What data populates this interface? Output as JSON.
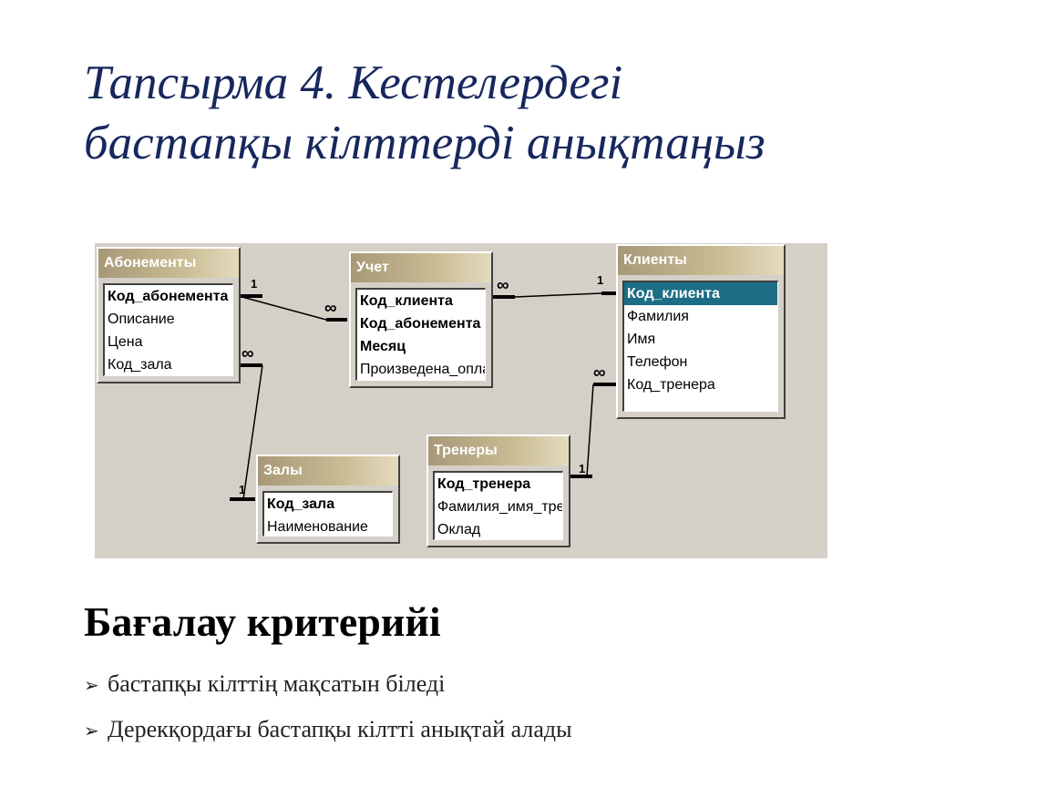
{
  "title": {
    "line1": "Тапсырма 4. Кестелердегі",
    "line2": "бастапқы кілттерді анықтаңыз"
  },
  "diagram": {
    "tables": {
      "abonementy": {
        "name": "Абонементы",
        "fields": [
          "Код_абонемента",
          "Описание",
          "Цена",
          "Код_зала"
        ]
      },
      "uchet": {
        "name": "Учет",
        "fields": [
          "Код_клиента",
          "Код_абонемента",
          "Месяц",
          "Произведена_оплата"
        ]
      },
      "klienty": {
        "name": "Клиенты",
        "fields": [
          "Код_клиента",
          "Фамилия",
          "Имя",
          "Телефон",
          "Код_тренера"
        ]
      },
      "zaly": {
        "name": "Залы",
        "fields": [
          "Код_зала",
          "Наименование"
        ]
      },
      "trenery": {
        "name": "Тренеры",
        "fields": [
          "Код_тренера",
          "Фамилия_имя_тренера",
          "Оклад"
        ]
      }
    },
    "cardinality": {
      "one": "1",
      "many": "∞"
    }
  },
  "criteria": {
    "title": "Бағалау критерийі",
    "bullet": "➢",
    "items": [
      "бастапқы кілттің мақсатын біледі",
      "Дерекқордағы бастапқы кілтті анықтай алады"
    ]
  }
}
